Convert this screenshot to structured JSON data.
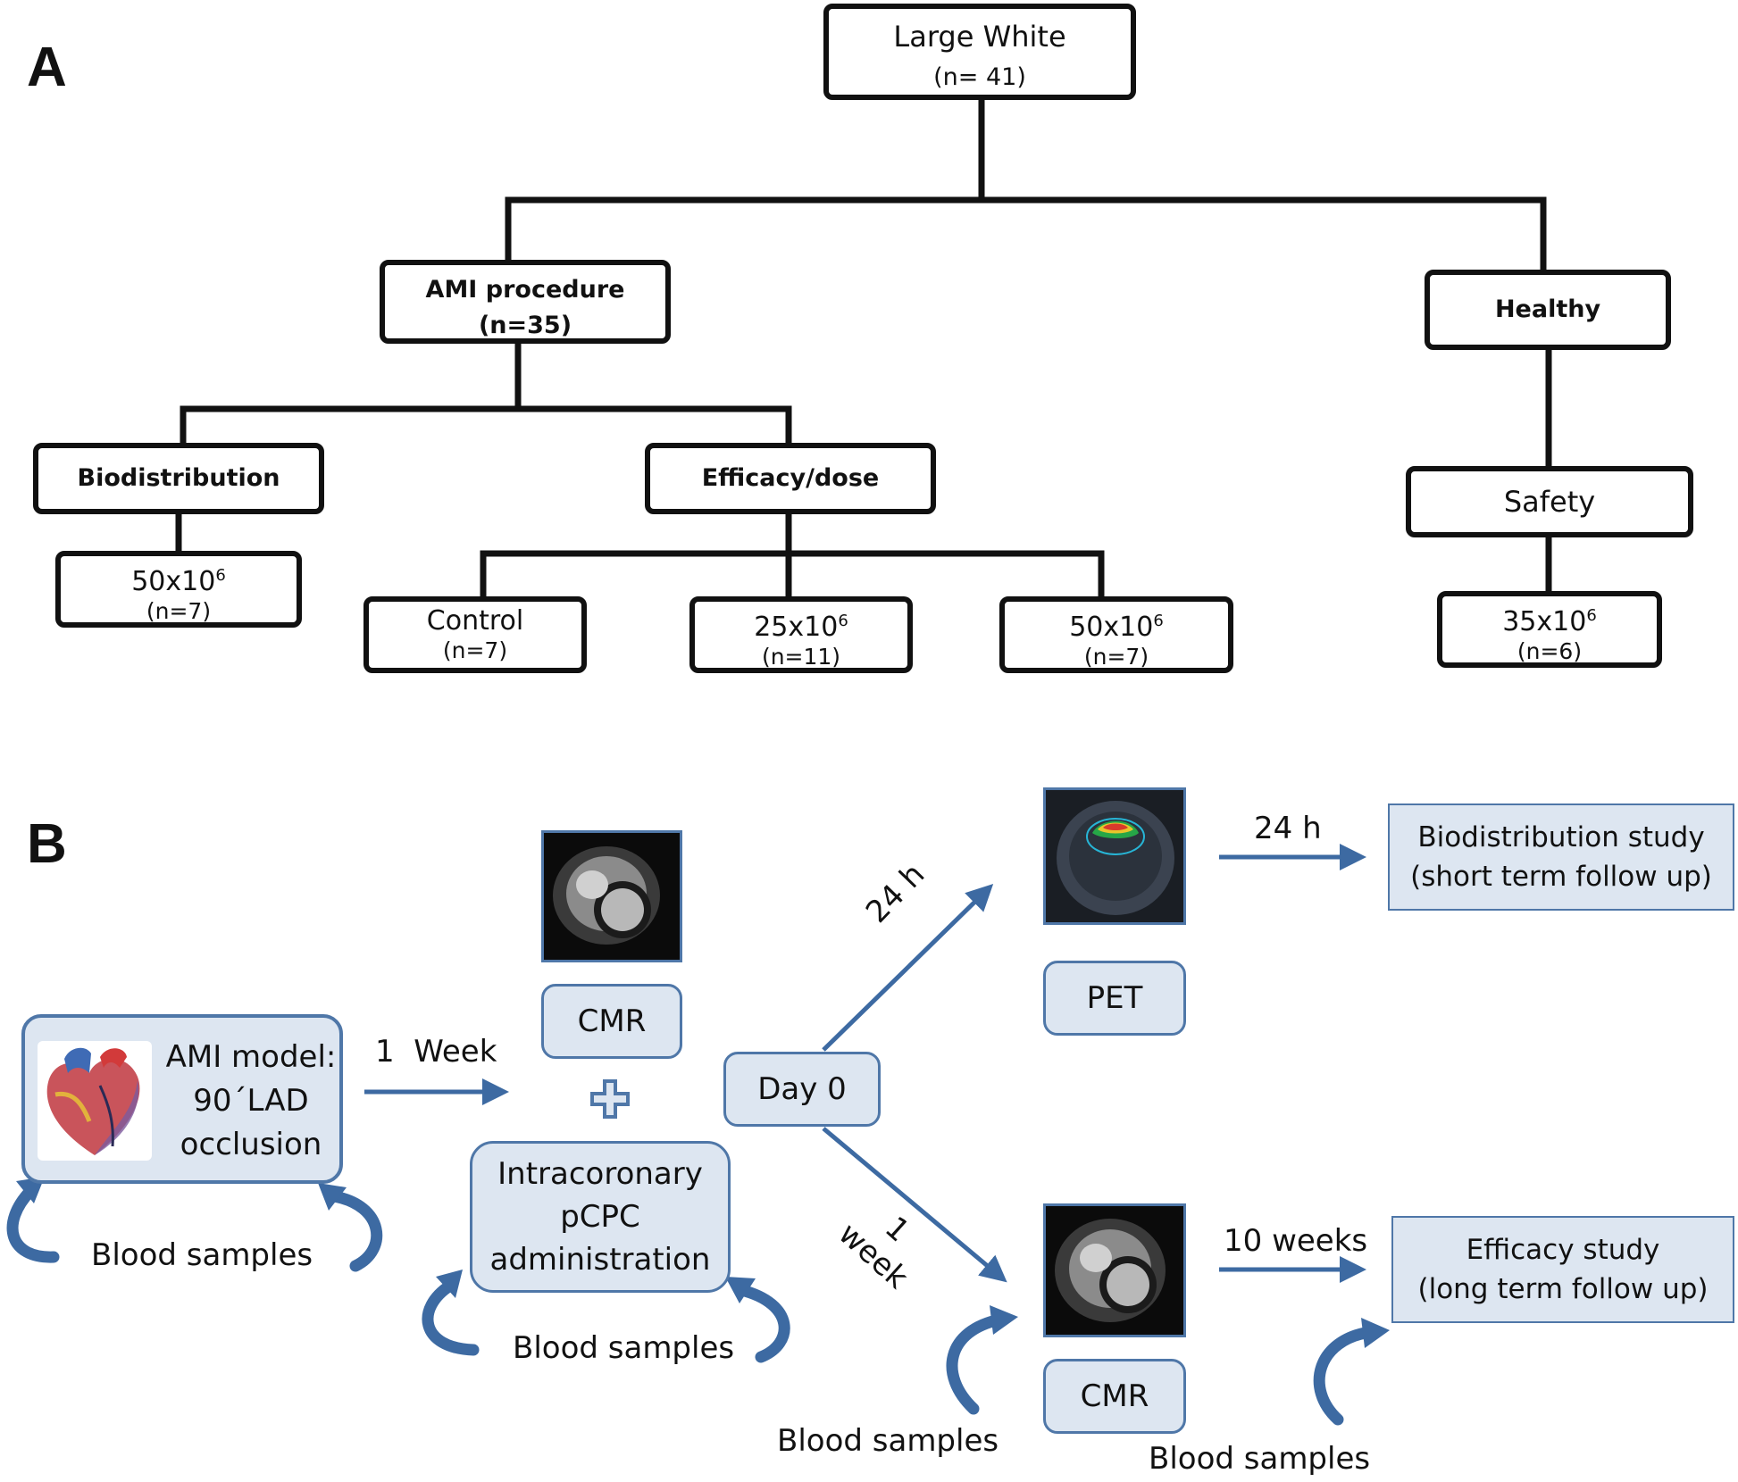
{
  "panel_a": {
    "letter": "A",
    "root": {
      "title": "Large White",
      "count": "(n= 41)"
    },
    "ami": {
      "title": "AMI procedure",
      "count": "(n=35)"
    },
    "healthy": {
      "title": "Healthy"
    },
    "biodistribution": {
      "title": "Biodistribution"
    },
    "efficacy": {
      "title": "Efficacy/dose"
    },
    "safety": {
      "title": "Safety"
    },
    "leaves": {
      "bio_dose": {
        "base": "50x10",
        "exp": "6",
        "count": "(n=7)"
      },
      "control": {
        "title": "Control",
        "count": "(n=7)"
      },
      "dose25": {
        "base": "25x10",
        "exp": "6",
        "count": "(n=11)"
      },
      "dose50": {
        "base": "50x10",
        "exp": "6",
        "count": "(n=7)"
      },
      "safety_dose": {
        "base": "35x10",
        "exp": "6",
        "count": "(n=6)"
      }
    }
  },
  "panel_b": {
    "letter": "B",
    "ami_model": {
      "lines": [
        "AMI model:",
        "90´LAD",
        "occlusion"
      ],
      "icon": "heart-illustration"
    },
    "one_week_label": "1  Week",
    "cmr_top": "CMR",
    "plus_icon": "plus-icon",
    "intracoronary": {
      "lines": [
        "Intracoronary",
        "pCPC",
        "administration"
      ]
    },
    "day0": "Day 0",
    "arrow_up_label": "24 h",
    "arrow_down_label": "1 week",
    "pet": "PET",
    "cmr_bottom": "CMR",
    "short_arrow_label": "24 h",
    "long_arrow_label": "10 weeks",
    "biodistribution_study": {
      "line1": "Biodistribution study",
      "line2": "(short term follow up)"
    },
    "efficacy_study": {
      "line1": "Efficacy study",
      "line2": "(long term follow up)"
    },
    "blood_samples": [
      "Blood samples",
      "Blood samples",
      "Blood samples",
      "Blood samples"
    ],
    "colors": {
      "accent": "#4f77a8",
      "box_fill": "#dde6f1",
      "arrow": "#3d6aa2"
    }
  }
}
